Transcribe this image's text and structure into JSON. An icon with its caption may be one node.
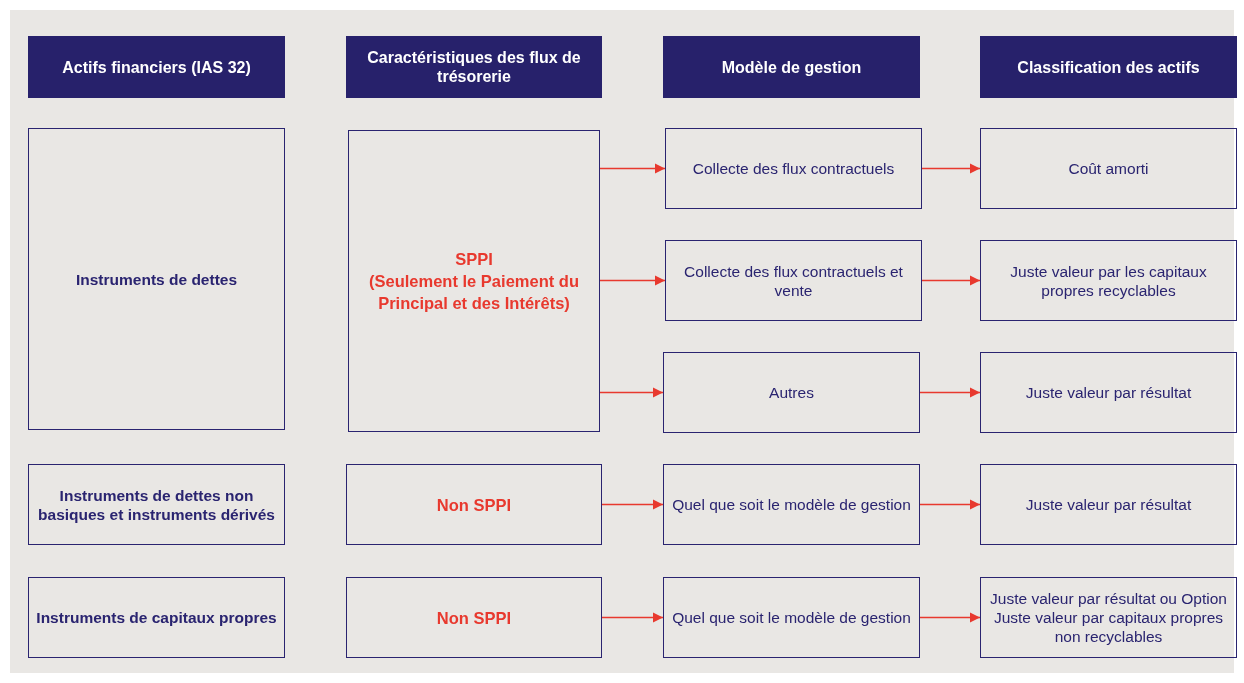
{
  "diagram": {
    "nodes": [
      {
        "text": [
          "Actifs financiers (IAS 32)"
        ]
      },
      {
        "text": [
          "Caractéristiques des flux de trésorerie"
        ]
      },
      {
        "text": [
          "Modèle de gestion"
        ]
      },
      {
        "text": [
          "Classification des actifs"
        ]
      },
      {
        "text": [
          "Instruments de dettes"
        ]
      },
      {
        "text": [
          "SPPI",
          "(Seulement le Paiement du Principal et des Intérêts)"
        ]
      },
      {
        "text": [
          "Collecte des flux contractuels"
        ]
      },
      {
        "text": [
          "Coût amorti"
        ]
      },
      {
        "text": [
          "Collecte des flux contractuels et vente"
        ]
      },
      {
        "text": [
          "Juste valeur par les capitaux propres recyclables"
        ]
      },
      {
        "text": [
          "Autres"
        ]
      },
      {
        "text": [
          "Juste valeur par résultat"
        ]
      },
      {
        "text": [
          "Instruments de dettes non basiques et instruments dérivés"
        ]
      },
      {
        "text": [
          "Non SPPI"
        ]
      },
      {
        "text": [
          "Quel que soit le modèle de gestion"
        ]
      },
      {
        "text": [
          "Juste valeur par résultat"
        ]
      },
      {
        "text": [
          "Instruments de capitaux propres"
        ]
      },
      {
        "text": [
          "Non SPPI"
        ]
      },
      {
        "text": [
          "Quel que soit le modèle de gestion"
        ]
      },
      {
        "text": [
          "Juste valeur par résultat ou Option Juste valeur par capitaux propres non recyclables"
        ]
      }
    ],
    "edges": [
      {
        "from": 5,
        "to": 6,
        "arrow": "to"
      },
      {
        "from": 6,
        "to": 7,
        "arrow": "to"
      },
      {
        "from": 5,
        "to": 8,
        "arrow": "to"
      },
      {
        "from": 8,
        "to": 9,
        "arrow": "to"
      },
      {
        "from": 5,
        "to": 10,
        "arrow": "to"
      },
      {
        "from": 10,
        "to": 11,
        "arrow": "to"
      },
      {
        "from": 13,
        "to": 14,
        "arrow": "to"
      },
      {
        "from": 14,
        "to": 15,
        "arrow": "to"
      },
      {
        "from": 17,
        "to": 18,
        "arrow": "to"
      },
      {
        "from": 18,
        "to": 19,
        "arrow": "to"
      }
    ]
  }
}
